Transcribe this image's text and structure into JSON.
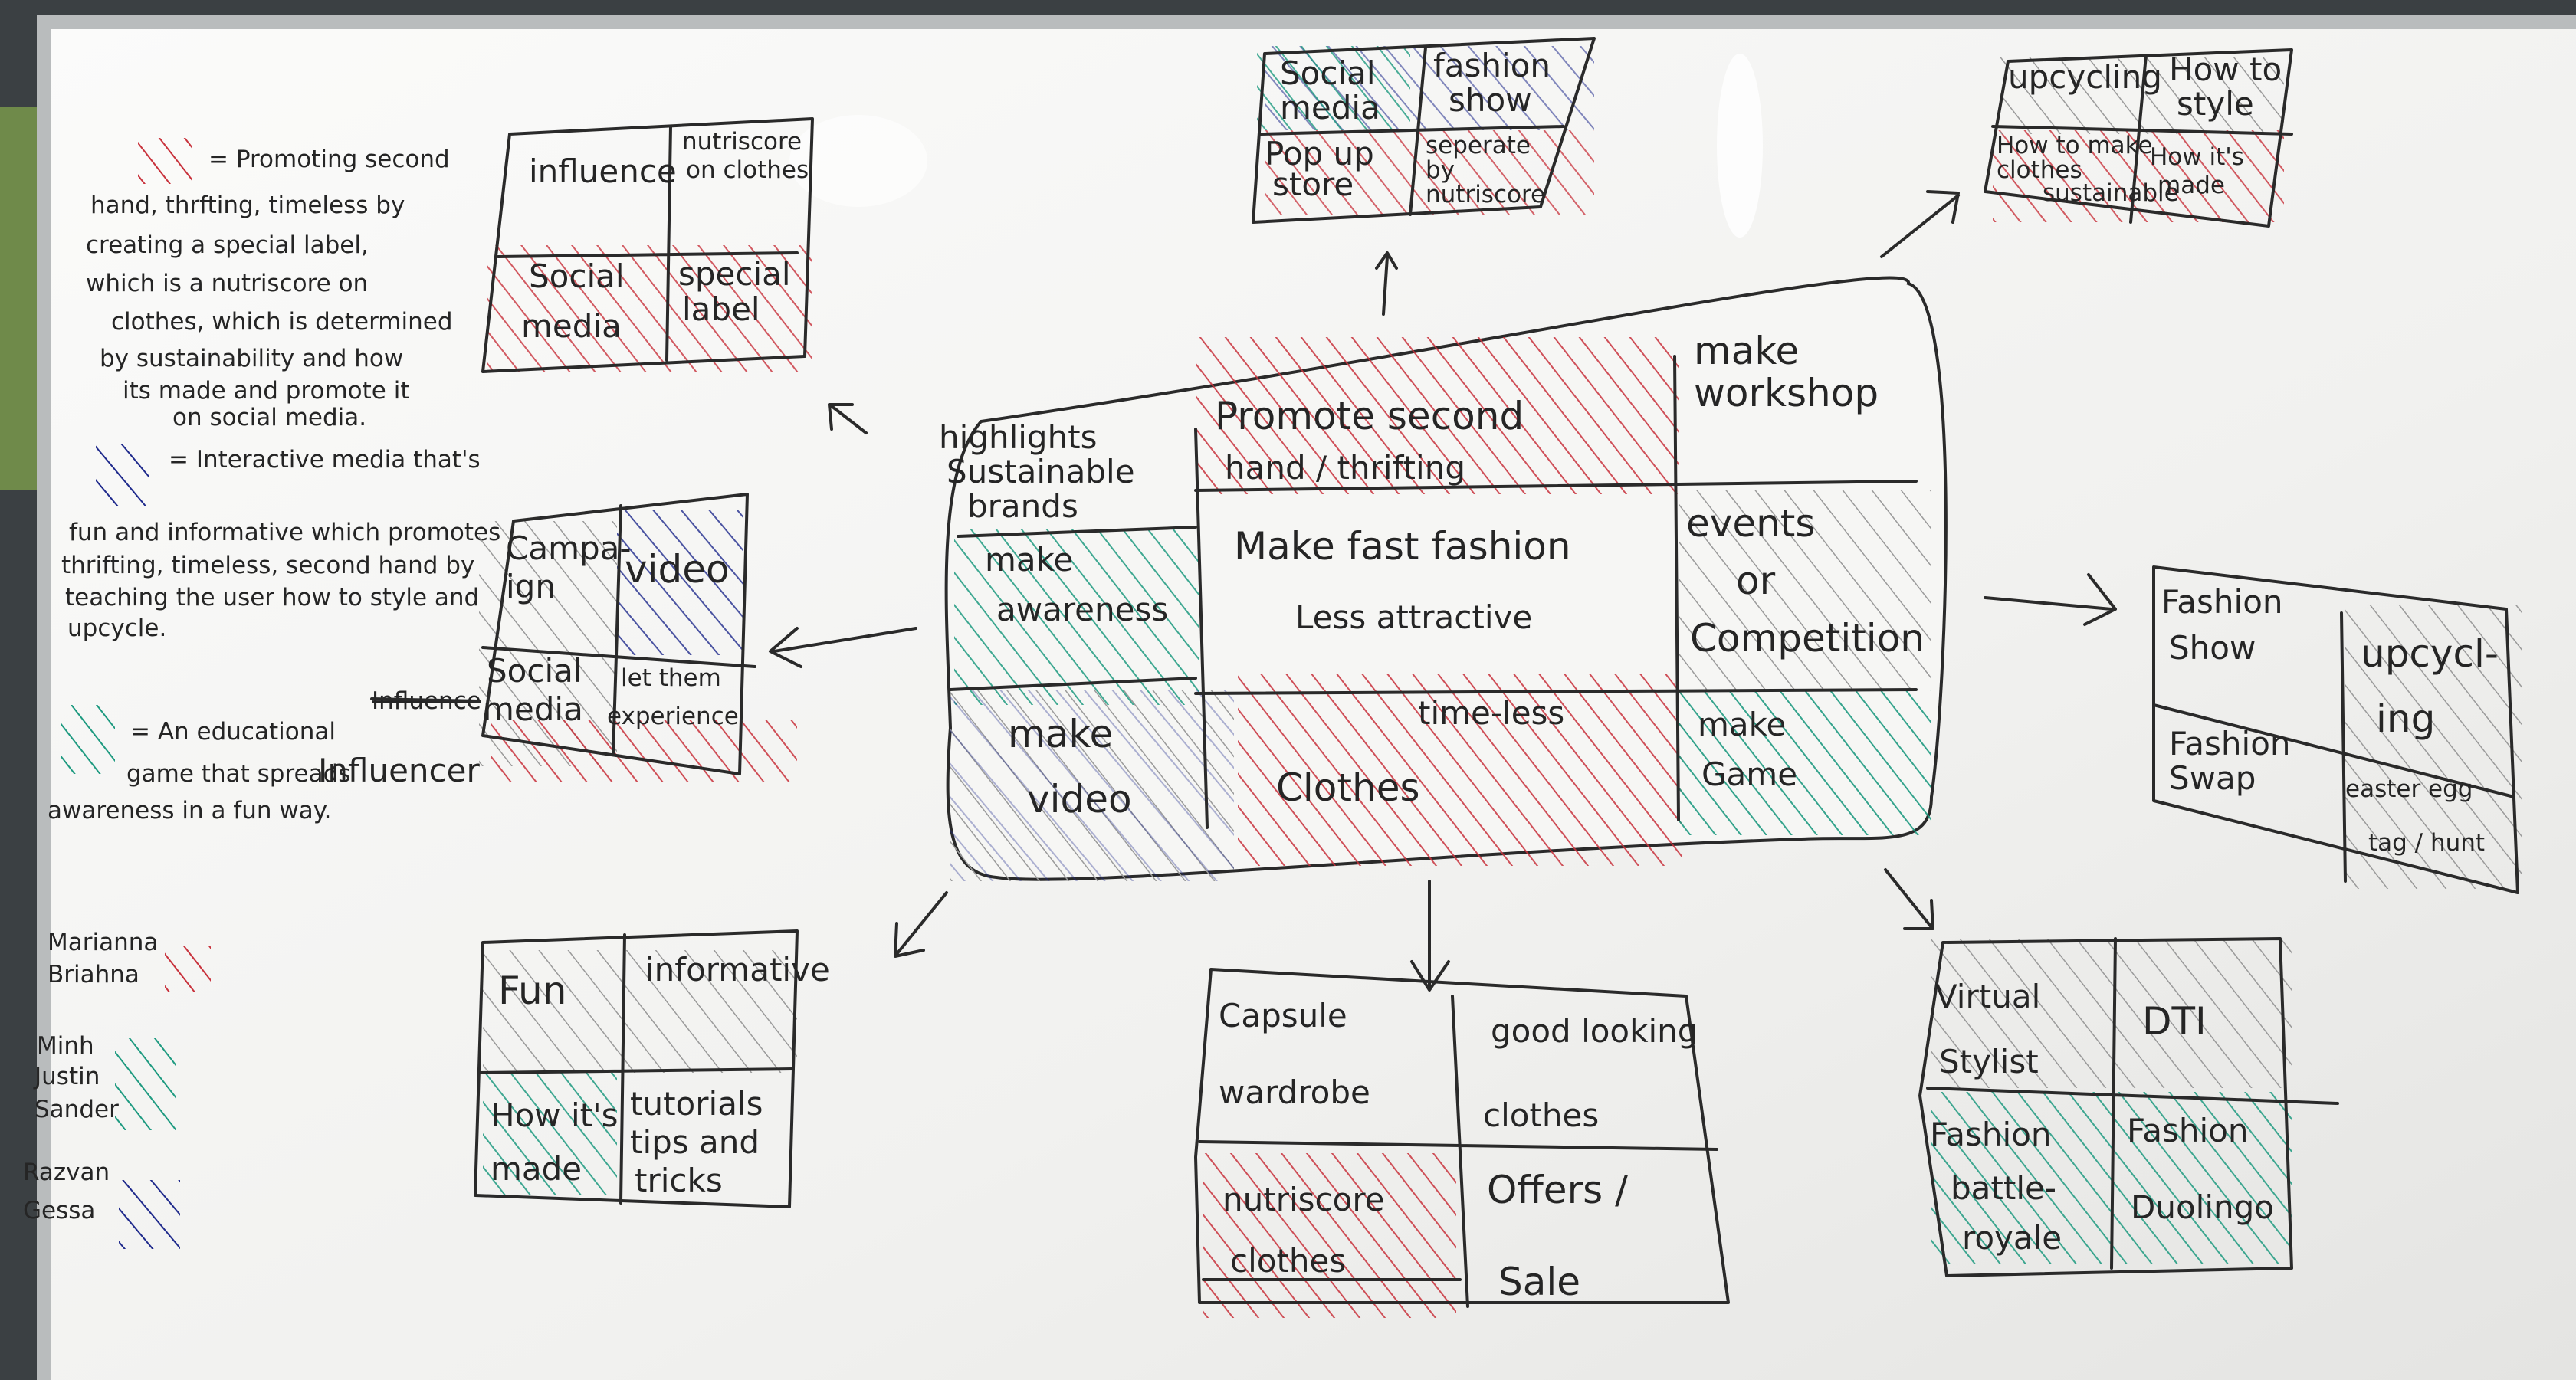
{
  "colors": {
    "red": "#c8323c",
    "blue": "#1f2a8c",
    "teal": "#1e9a80",
    "grey": "#8e8e8e",
    "ink": "#252525",
    "board": "#f3f3f1"
  },
  "legend": {
    "red": [
      "= Promoting second",
      "hand, thrfting, timeless by",
      "creating a special label,",
      "which is a nutriscore on",
      "clothes, which is determined",
      "by sustainability and how",
      "its made and promote it",
      "on social media."
    ],
    "blue": [
      "= Interactive media that's",
      "fun and informative which promotes",
      "thrifting, timeless, second hand by",
      "teaching the user how to style and",
      "upcycle."
    ],
    "teal": [
      "= An educational",
      "game that spreads",
      "awareness in a fun way."
    ]
  },
  "team": {
    "red": [
      "Marianna",
      "Briahna"
    ],
    "teal": [
      "Minh",
      "Justin",
      "Sander"
    ],
    "blue": [
      "Razvan",
      "Gessa"
    ]
  },
  "center": {
    "c1": [
      "highlights",
      "Sustainable",
      "brands"
    ],
    "c2": [
      "Promote second",
      "hand / thrifting"
    ],
    "c3": [
      "make",
      "workshop"
    ],
    "c4": [
      "make",
      "awareness"
    ],
    "c5": [
      "Make fast fashion",
      "Less attractive"
    ],
    "c6": [
      "events",
      "or",
      "Competition"
    ],
    "c7": [
      "make",
      "video"
    ],
    "c8": [
      "time-less",
      "Clothes"
    ],
    "c9": [
      "make",
      "Game"
    ]
  },
  "g_influence": {
    "a": "influence",
    "b": [
      "nutriscore",
      "on clothes"
    ],
    "c": "Social",
    "d": "media",
    "e": [
      "special",
      "label"
    ]
  },
  "g_top": {
    "a": [
      "Social",
      "media"
    ],
    "b": [
      "fashion",
      "show"
    ],
    "c": [
      "Pop up",
      "store"
    ],
    "d": [
      "seperate",
      "by",
      "nutriscore"
    ]
  },
  "g_upcycle": {
    "a": "upcycling",
    "b": [
      "How to",
      "style"
    ],
    "c": [
      "How to make",
      "clothes",
      "sustainable"
    ],
    "d": [
      "How it's",
      "made"
    ]
  },
  "g_campaign": {
    "a": [
      "Campa-",
      "ign"
    ],
    "b": "video",
    "c": [
      "Social",
      "media"
    ],
    "d": [
      "let them",
      "experience"
    ],
    "strike": "Influence",
    "extra": "Influencer"
  },
  "g_events": {
    "a": [
      "Fashion",
      "Show"
    ],
    "b": [
      "upcycl-",
      "ing"
    ],
    "c": [
      "Fashion",
      "Swap"
    ],
    "d": [
      "easter egg",
      "tag / hunt"
    ]
  },
  "g_fun": {
    "a": "Fun",
    "b": "informative",
    "c": [
      "How it's",
      "made"
    ],
    "d": [
      "tutorials",
      "tips and",
      "tricks"
    ]
  },
  "g_capsule": {
    "a": [
      "Capsule",
      "wardrobe"
    ],
    "b": [
      "good looking",
      "clothes"
    ],
    "c": [
      "nutriscore",
      "clothes"
    ],
    "d": [
      "Offers /",
      "Sale"
    ]
  },
  "g_game": {
    "a": [
      "Virtual",
      "Stylist"
    ],
    "b": "DTI",
    "c": [
      "Fashion",
      "battle-",
      "royale"
    ],
    "d": [
      "Fashion",
      "Duolingo"
    ]
  }
}
